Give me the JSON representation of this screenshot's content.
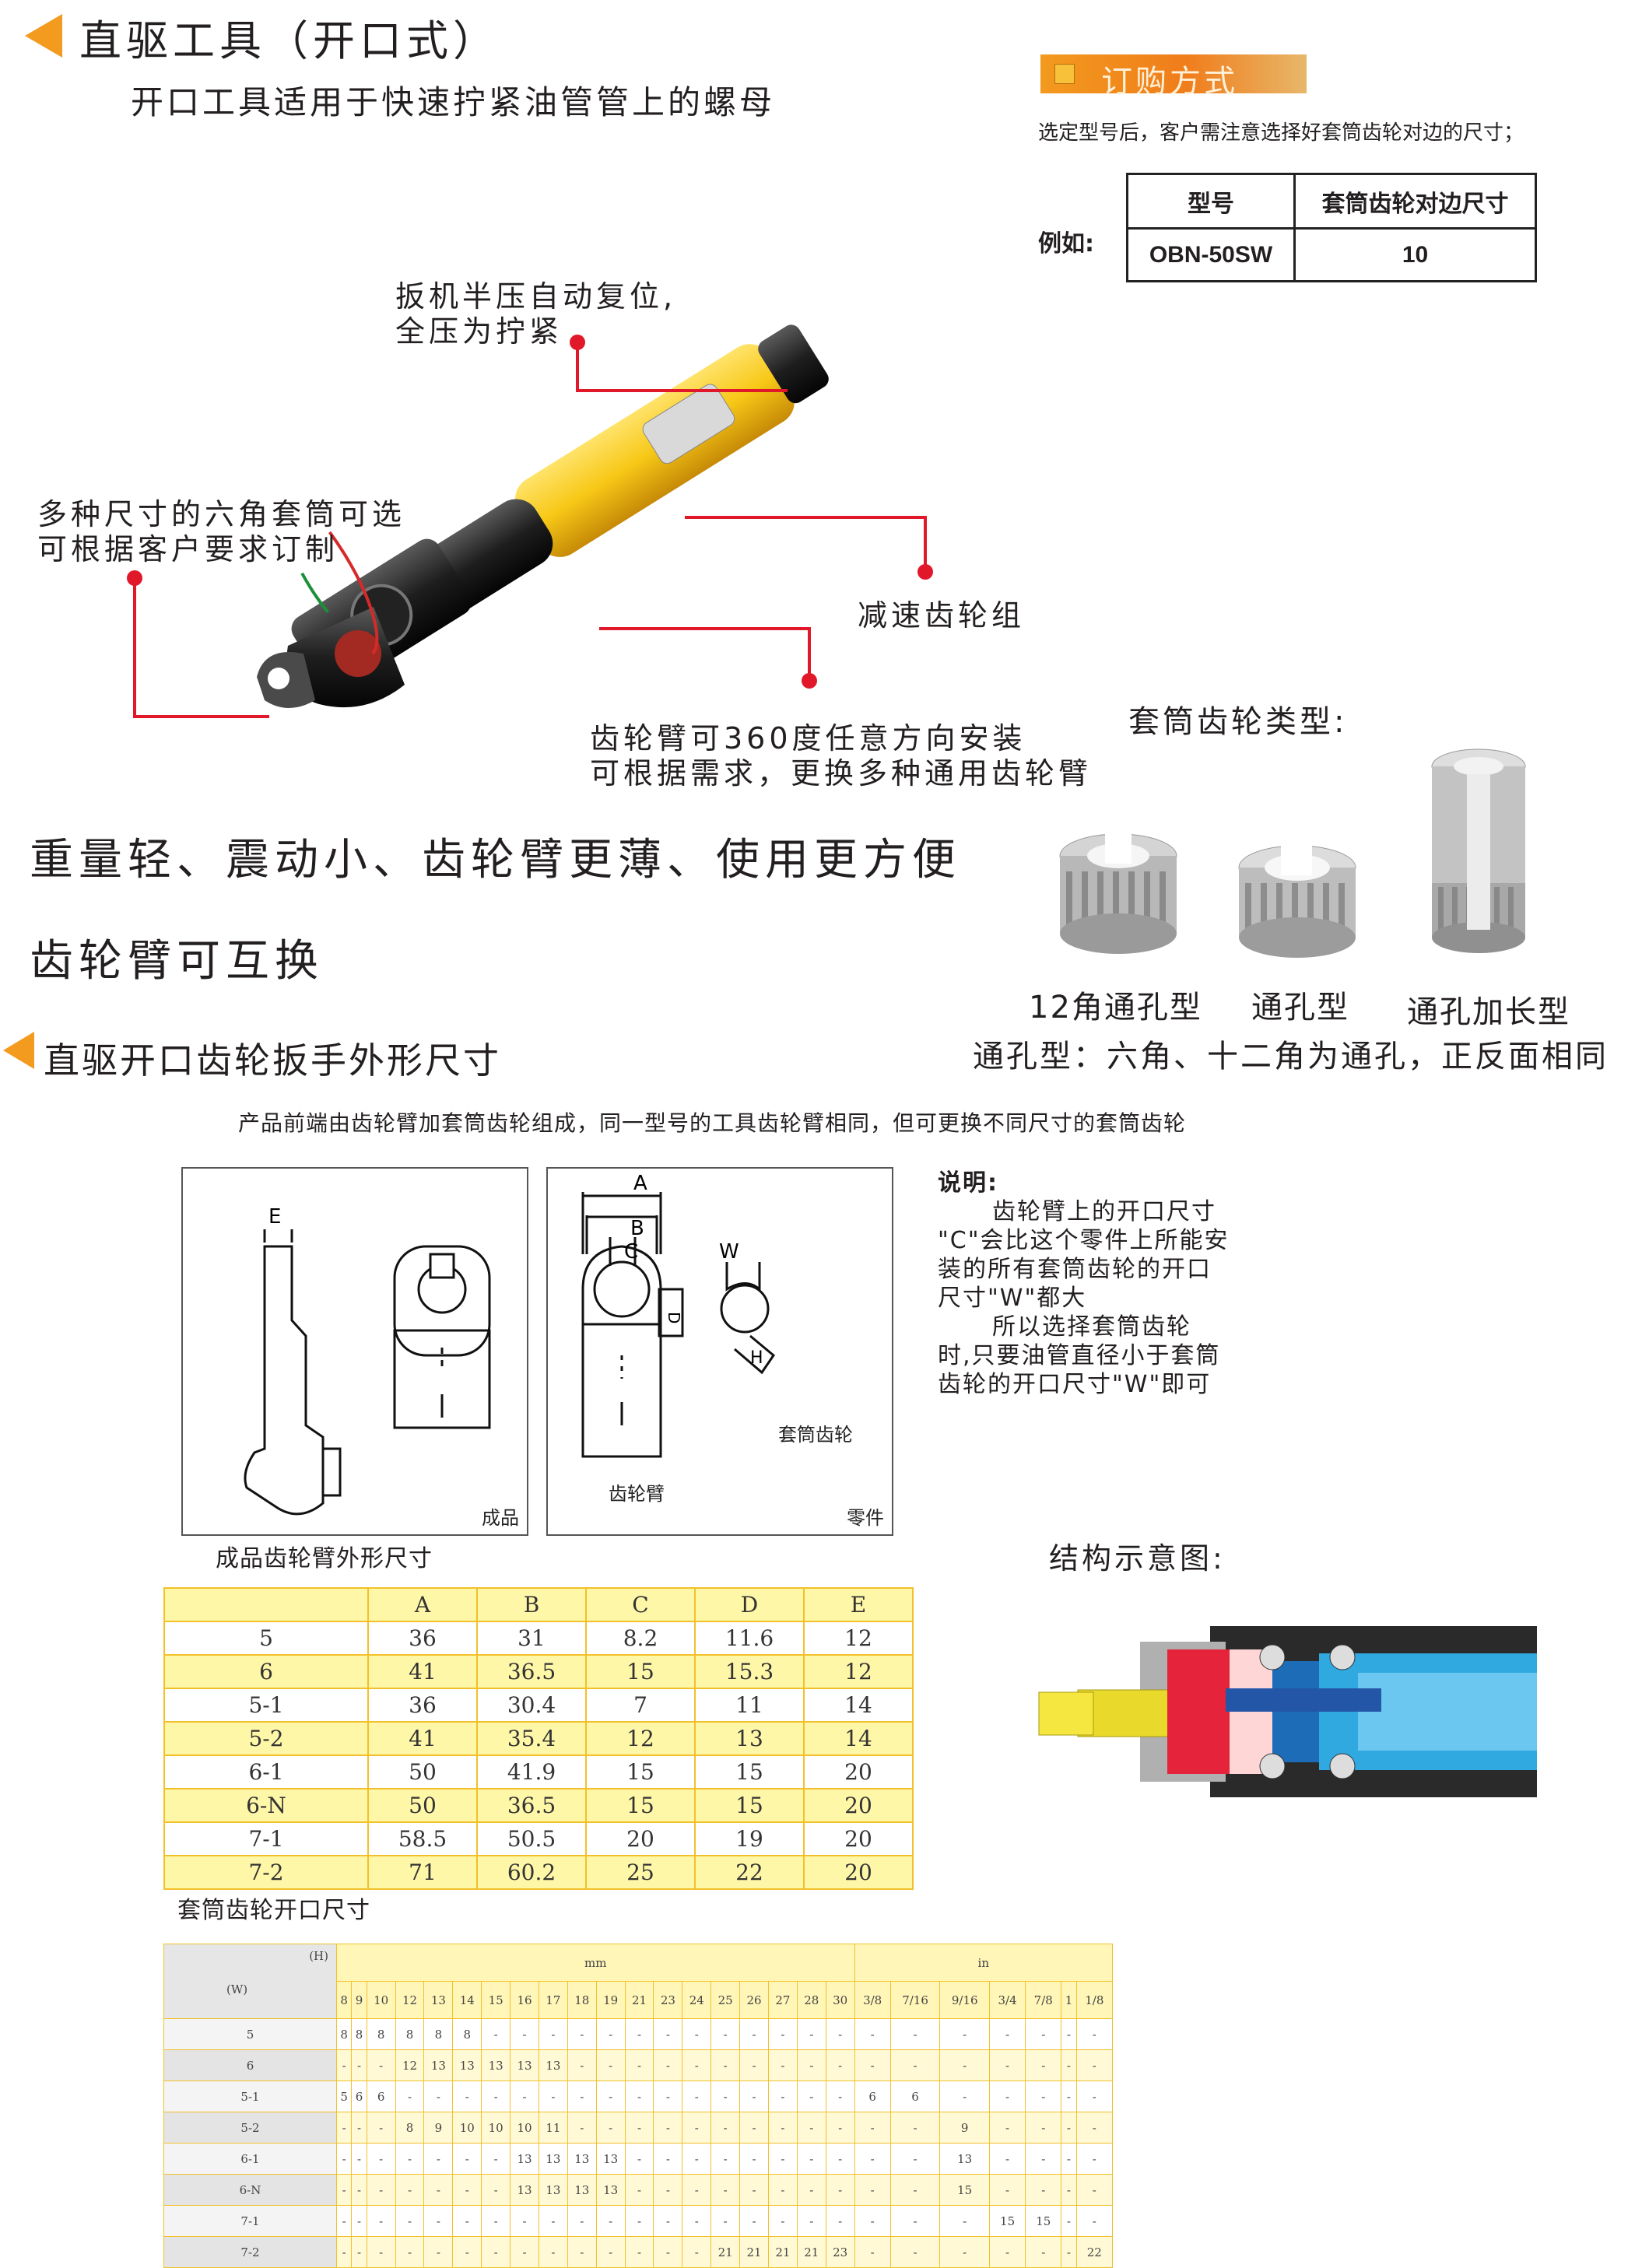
{
  "header": {
    "title": "直驱工具（开口式）",
    "subtitle": "开口工具适用于快速拧紧油管管上的螺母"
  },
  "order": {
    "title": "订购方式",
    "note": "选定型号后，客户需注意选择好套筒齿轮对边的尺寸；",
    "example_label": "例如:",
    "table_headers": [
      "型号",
      "套筒齿轮对边尺寸"
    ],
    "table_row": [
      "OBN-50SW",
      "10"
    ]
  },
  "callouts": {
    "trigger": [
      "扳机半压自动复位,",
      "全压为拧紧"
    ],
    "socket": [
      "多种尺寸的六角套筒可选",
      "可根据客户要求订制"
    ],
    "gearset": "减速齿轮组",
    "arm": [
      "齿轮臂可360度任意方向安装",
      "可根据需求，更换多种通用齿轮臂"
    ]
  },
  "features": {
    "line1": "重量轻、震动小、齿轮臂更薄、使用更方便",
    "line2": "齿轮臂可互换"
  },
  "socket_types": {
    "title": "套筒齿轮类型:",
    "labels": [
      "12角通孔型",
      "通孔型",
      "通孔加长型"
    ],
    "note": "通孔型：六角、十二角为通孔，正反面相同"
  },
  "dimensions_section": {
    "title": "直驱开口齿轮扳手外形尺寸",
    "intro": "产品前端由齿轮臂加套筒齿轮组成，同一型号的工具齿轮臂相同，但可更换不同尺寸的套筒齿轮"
  },
  "drawings": {
    "left_caption": "成品",
    "right_caption": "零件",
    "arm_label": "齿轮臂",
    "gear_label": "套筒齿轮",
    "letters": {
      "A": "A",
      "B": "B",
      "C": "C",
      "D": "D",
      "E": "E",
      "W": "W",
      "H": "H"
    }
  },
  "explanation": {
    "title": "说明:",
    "lines": [
      "齿轮臂上的开口尺寸",
      "\"C\"会比这个零件上所能安",
      "装的所有套筒齿轮的开口",
      "尺寸\"W\"都大",
      "所以选择套筒齿轮",
      "时,只要油管直径小于套筒",
      "齿轮的开口尺寸\"W\"即可"
    ]
  },
  "structure_title": "结构示意图:",
  "arm_table": {
    "caption": "成品齿轮臂外形尺寸",
    "headers": [
      "",
      "A",
      "B",
      "C",
      "D",
      "E"
    ],
    "rows": [
      [
        "5",
        "36",
        "31",
        "8.2",
        "11.6",
        "12"
      ],
      [
        "6",
        "41",
        "36.5",
        "15",
        "15.3",
        "12"
      ],
      [
        "5-1",
        "36",
        "30.4",
        "7",
        "11",
        "14"
      ],
      [
        "5-2",
        "41",
        "35.4",
        "12",
        "13",
        "14"
      ],
      [
        "6-1",
        "50",
        "41.9",
        "15",
        "15",
        "20"
      ],
      [
        "6-N",
        "50",
        "36.5",
        "15",
        "15",
        "20"
      ],
      [
        "7-1",
        "58.5",
        "50.5",
        "20",
        "19",
        "20"
      ],
      [
        "7-2",
        "71",
        "60.2",
        "25",
        "22",
        "20"
      ]
    ]
  },
  "opening_table": {
    "caption": "套筒齿轮开口尺寸",
    "corner_h": "(H)",
    "corner_w": "(W)",
    "unit_mm": "mm",
    "unit_in": "in",
    "mm_cols": [
      "8",
      "9",
      "10",
      "12",
      "13",
      "14",
      "15",
      "16",
      "17",
      "18",
      "19",
      "21",
      "23",
      "24",
      "25",
      "26",
      "27",
      "28",
      "30"
    ],
    "in_cols": [
      "3/8",
      "7/16",
      "9/16",
      "3/4",
      "7/8",
      "1",
      "1/8"
    ],
    "rows": [
      {
        "name": "5",
        "cells": [
          "8",
          "8",
          "8",
          "8",
          "8",
          "8",
          "-",
          "-",
          "-",
          "-",
          "-",
          "-",
          "-",
          "-",
          "-",
          "-",
          "-",
          "-",
          "-",
          "-",
          "-",
          "-",
          "-",
          "-",
          "-",
          "-"
        ]
      },
      {
        "name": "6",
        "cells": [
          "-",
          "-",
          "-",
          "12",
          "13",
          "13",
          "13",
          "13",
          "13",
          "-",
          "-",
          "-",
          "-",
          "-",
          "-",
          "-",
          "-",
          "-",
          "-",
          "-",
          "-",
          "-",
          "-",
          "-",
          "-",
          "-"
        ]
      },
      {
        "name": "5-1",
        "cells": [
          "5",
          "6",
          "6",
          "-",
          "-",
          "-",
          "-",
          "-",
          "-",
          "-",
          "-",
          "-",
          "-",
          "-",
          "-",
          "-",
          "-",
          "-",
          "-",
          "6",
          "6",
          "-",
          "-",
          "-",
          "-",
          "-"
        ]
      },
      {
        "name": "5-2",
        "cells": [
          "-",
          "-",
          "-",
          "8",
          "9",
          "10",
          "10",
          "10",
          "11",
          "-",
          "-",
          "-",
          "-",
          "-",
          "-",
          "-",
          "-",
          "-",
          "-",
          "-",
          "-",
          "9",
          "-",
          "-",
          "-",
          "-"
        ]
      },
      {
        "name": "6-1",
        "cells": [
          "-",
          "-",
          "-",
          "-",
          "-",
          "-",
          "-",
          "13",
          "13",
          "13",
          "13",
          "-",
          "-",
          "-",
          "-",
          "-",
          "-",
          "-",
          "-",
          "-",
          "-",
          "13",
          "-",
          "-",
          "-",
          "-"
        ]
      },
      {
        "name": "6-N",
        "cells": [
          "-",
          "-",
          "-",
          "-",
          "-",
          "-",
          "-",
          "13",
          "13",
          "13",
          "13",
          "-",
          "-",
          "-",
          "-",
          "-",
          "-",
          "-",
          "-",
          "-",
          "-",
          "15",
          "-",
          "-",
          "-",
          "-"
        ]
      },
      {
        "name": "7-1",
        "cells": [
          "-",
          "-",
          "-",
          "-",
          "-",
          "-",
          "-",
          "-",
          "-",
          "-",
          "-",
          "-",
          "-",
          "-",
          "-",
          "-",
          "-",
          "-",
          "-",
          "-",
          "-",
          "-",
          "15",
          "15",
          "-",
          "-"
        ]
      },
      {
        "name": "7-2",
        "cells": [
          "-",
          "-",
          "-",
          "-",
          "-",
          "-",
          "-",
          "-",
          "-",
          "-",
          "-",
          "-",
          "-",
          "-",
          "21",
          "21",
          "21",
          "21",
          "23",
          "-",
          "-",
          "-",
          "-",
          "-",
          "-",
          "22"
        ]
      }
    ]
  }
}
